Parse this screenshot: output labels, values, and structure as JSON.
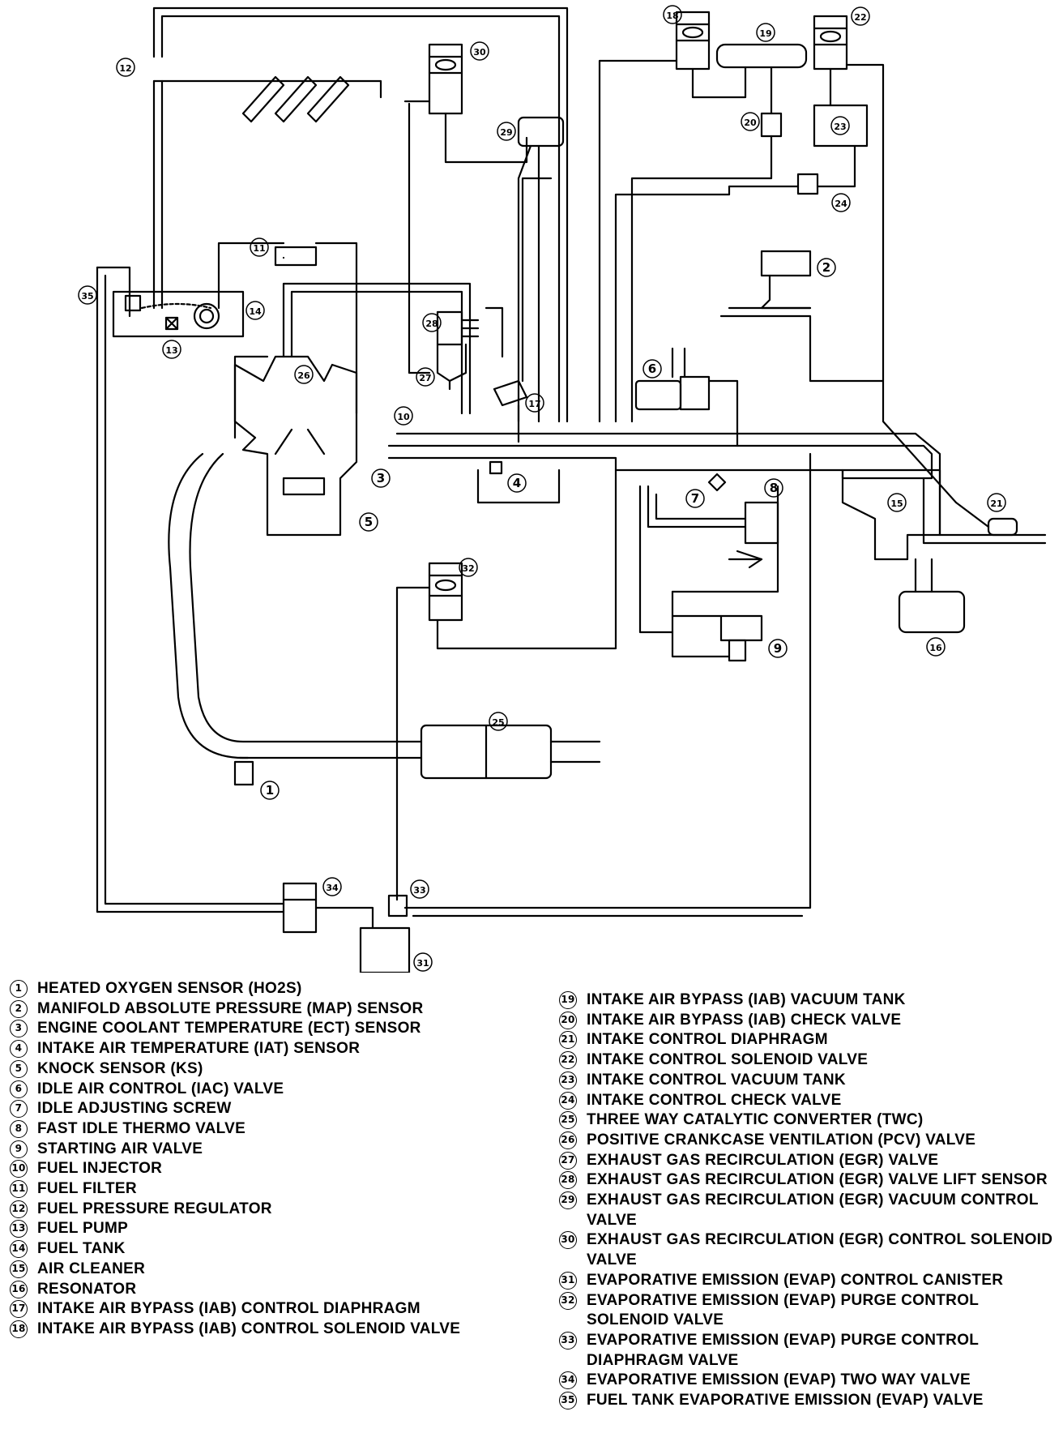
{
  "diagram": {
    "callouts": [
      "1",
      "2",
      "3",
      "4",
      "5",
      "6",
      "7",
      "8",
      "9",
      "10",
      "11",
      "12",
      "13",
      "14",
      "15",
      "16",
      "17",
      "18",
      "19",
      "20",
      "21",
      "22",
      "23",
      "24",
      "25",
      "26",
      "27",
      "28",
      "29",
      "30",
      "31",
      "32",
      "33",
      "34",
      "35"
    ]
  },
  "legend_left": [
    {
      "num": "1",
      "text": "HEATED OXYGEN SENSOR (HO2S)"
    },
    {
      "num": "2",
      "text": "MANIFOLD ABSOLUTE PRESSURE (MAP) SENSOR"
    },
    {
      "num": "3",
      "text": "ENGINE COOLANT TEMPERATURE (ECT) SENSOR"
    },
    {
      "num": "4",
      "text": "INTAKE AIR TEMPERATURE (IAT) SENSOR"
    },
    {
      "num": "5",
      "text": "KNOCK SENSOR (KS)"
    },
    {
      "num": "6",
      "text": "IDLE AIR CONTROL (IAC) VALVE"
    },
    {
      "num": "7",
      "text": "IDLE ADJUSTING SCREW"
    },
    {
      "num": "8",
      "text": "FAST IDLE THERMO VALVE"
    },
    {
      "num": "9",
      "text": "STARTING AIR VALVE"
    },
    {
      "num": "10",
      "text": "FUEL INJECTOR"
    },
    {
      "num": "11",
      "text": "FUEL FILTER"
    },
    {
      "num": "12",
      "text": "FUEL PRESSURE REGULATOR"
    },
    {
      "num": "13",
      "text": "FUEL PUMP"
    },
    {
      "num": "14",
      "text": "FUEL TANK"
    },
    {
      "num": "15",
      "text": "AIR CLEANER"
    },
    {
      "num": "16",
      "text": "RESONATOR"
    },
    {
      "num": "17",
      "text": "INTAKE AIR BYPASS (IAB) CONTROL DIAPHRAGM"
    },
    {
      "num": "18",
      "text": "INTAKE AIR BYPASS (IAB) CONTROL SOLENOID VALVE"
    }
  ],
  "legend_right": [
    {
      "num": "19",
      "text": "INTAKE AIR BYPASS (IAB) VACUUM TANK"
    },
    {
      "num": "20",
      "text": "INTAKE AIR BYPASS (IAB) CHECK VALVE"
    },
    {
      "num": "21",
      "text": "INTAKE CONTROL DIAPHRAGM"
    },
    {
      "num": "22",
      "text": "INTAKE CONTROL SOLENOID VALVE"
    },
    {
      "num": "23",
      "text": "INTAKE CONTROL VACUUM TANK"
    },
    {
      "num": "24",
      "text": "INTAKE CONTROL CHECK VALVE"
    },
    {
      "num": "25",
      "text": "THREE WAY CATALYTIC CONVERTER (TWC)"
    },
    {
      "num": "26",
      "text": "POSITIVE CRANKCASE VENTILATION (PCV) VALVE"
    },
    {
      "num": "27",
      "text": "EXHAUST GAS RECIRCULATION (EGR) VALVE"
    },
    {
      "num": "28",
      "text": "EXHAUST GAS RECIRCULATION (EGR) VALVE LIFT SENSOR"
    },
    {
      "num": "29",
      "text": "EXHAUST GAS RECIRCULATION (EGR) VACUUM CONTROL VALVE"
    },
    {
      "num": "30",
      "text": "EXHAUST GAS RECIRCULATION (EGR) CONTROL SOLENOID VALVE"
    },
    {
      "num": "31",
      "text": "EVAPORATIVE EMISSION (EVAP) CONTROL CANISTER"
    },
    {
      "num": "32",
      "text": "EVAPORATIVE EMISSION (EVAP) PURGE CONTROL SOLENOID VALVE"
    },
    {
      "num": "33",
      "text": "EVAPORATIVE EMISSION (EVAP) PURGE CONTROL DIAPHRAGM VALVE"
    },
    {
      "num": "34",
      "text": "EVAPORATIVE EMISSION (EVAP) TWO WAY VALVE"
    },
    {
      "num": "35",
      "text": "FUEL TANK EVAPORATIVE EMISSION (EVAP) VALVE"
    }
  ]
}
